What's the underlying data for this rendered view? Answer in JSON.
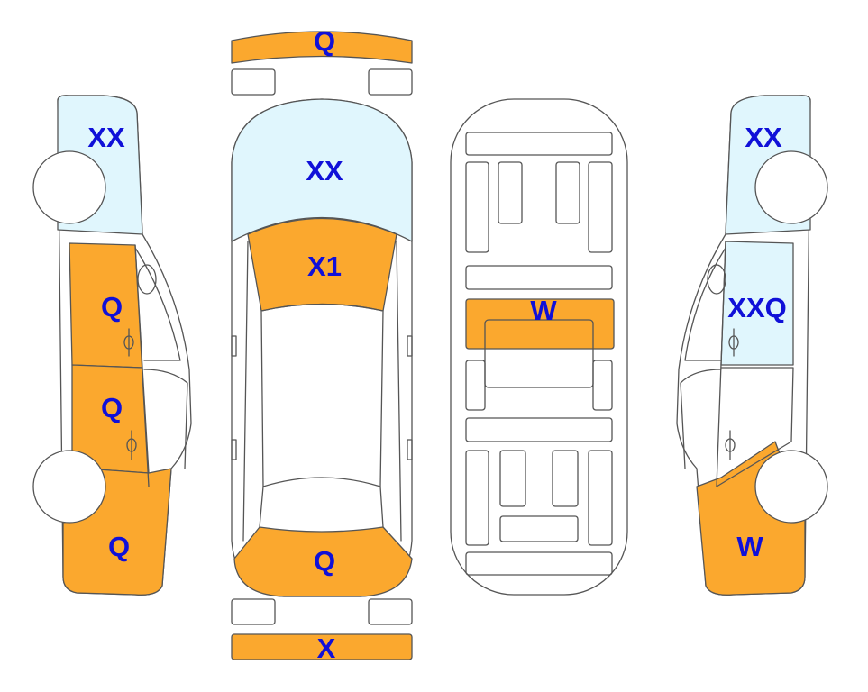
{
  "colors": {
    "damaged": "#fba82e",
    "glass": "#e0f6fd",
    "code_text": "#1010d8",
    "outline": "#555555"
  },
  "codes": {
    "front_bumper": "Q",
    "windshield": "XX",
    "hood": "X1",
    "roof_panel": "W",
    "trunk_lid": "Q",
    "rear_bumper": "X",
    "left_windshield": "XX",
    "left_front_door": "Q",
    "left_rear_door": "Q",
    "left_rear_fender": "Q",
    "right_windshield": "XX",
    "right_front_door": "XXQ",
    "right_rear_fender": "W"
  }
}
